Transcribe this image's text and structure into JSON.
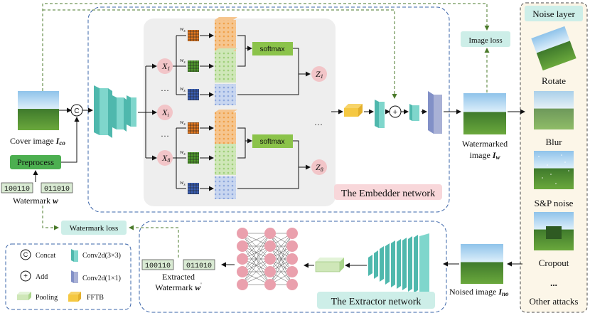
{
  "embedder": {
    "title": "The Embedder network",
    "x1": "X",
    "x1_sub": "1",
    "xi": "X",
    "xi_sub": "i",
    "x8": "X",
    "x8_sub": "8",
    "z1": "Z",
    "z1_sub": "1",
    "z8": "Z",
    "z8_sub": "8",
    "softmax_top": "softmax",
    "softmax_bottom": "softmax",
    "weight_label": "w",
    "weight_sub": "s",
    "ellipsis": "…",
    "vdots": "⋮"
  },
  "extractor": {
    "title": "The Extractor network",
    "extracted_label": "Extracted",
    "extracted_label2": "Watermark",
    "extracted_symbol": "w",
    "extracted_prime": "'",
    "bits_left": "100110",
    "bits_right": "011010"
  },
  "inputs": {
    "cover_label": "Cover image",
    "cover_symbol": "I",
    "cover_sub": "co",
    "preprocess": "Preprocess",
    "watermark_label": "Watermark",
    "watermark_symbol": "w",
    "bits_left": "100110",
    "bits_right": "011010",
    "concat_symbol": "C",
    "add_symbol": "+"
  },
  "outputs": {
    "watermarked_line1": "Watermarked",
    "watermarked_line2": "image",
    "watermarked_symbol": "I",
    "watermarked_sub": "w",
    "noised_label": "Noised image",
    "noised_symbol": "I",
    "noised_sub": "no",
    "image_loss": "Image loss",
    "watermark_loss": "Watermark loss"
  },
  "noise_layer": {
    "title": "Noise layer",
    "attacks": [
      "Rotate",
      "Blur",
      "S&P noise",
      "Cropout"
    ],
    "more": "...",
    "other": "Other attacks"
  },
  "legend": {
    "concat": "Concat",
    "add": "Add",
    "pooling": "Pooling",
    "conv33": "Conv2d(3×3)",
    "conv11": "Conv2d(1×1)",
    "fftb": "FFTB",
    "concat_symbol": "C",
    "add_symbol": "+"
  },
  "colors": {
    "teal": "#6fcdc4",
    "lavender": "#a9b1d6",
    "green": "#8bc34a",
    "pink": "#f2c5c8",
    "mint": "#cdeee8",
    "yellow": "#f5c842",
    "border_blue": "#3a64a8"
  }
}
